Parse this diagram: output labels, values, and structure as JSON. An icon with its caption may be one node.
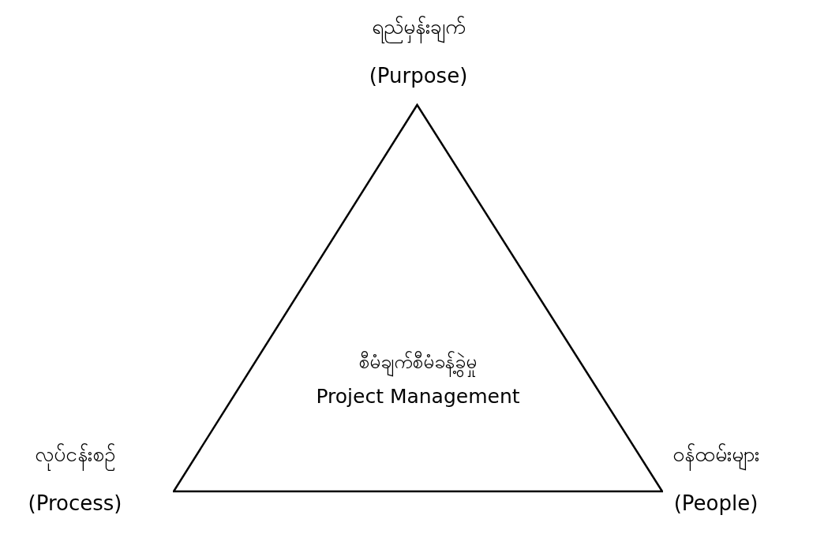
{
  "diagram": {
    "nodes": [
      {
        "text": [
          "စီမံချက်စီမံခန့်ခွဲမှု",
          "Project Management"
        ]
      }
    ],
    "labels": [
      "ရည်မှန်းချက်",
      "(Purpose)",
      "လုပ်ငန်းစဉ်",
      "(Process)",
      "ဝန်ထမ်းများ",
      "(People)"
    ]
  }
}
